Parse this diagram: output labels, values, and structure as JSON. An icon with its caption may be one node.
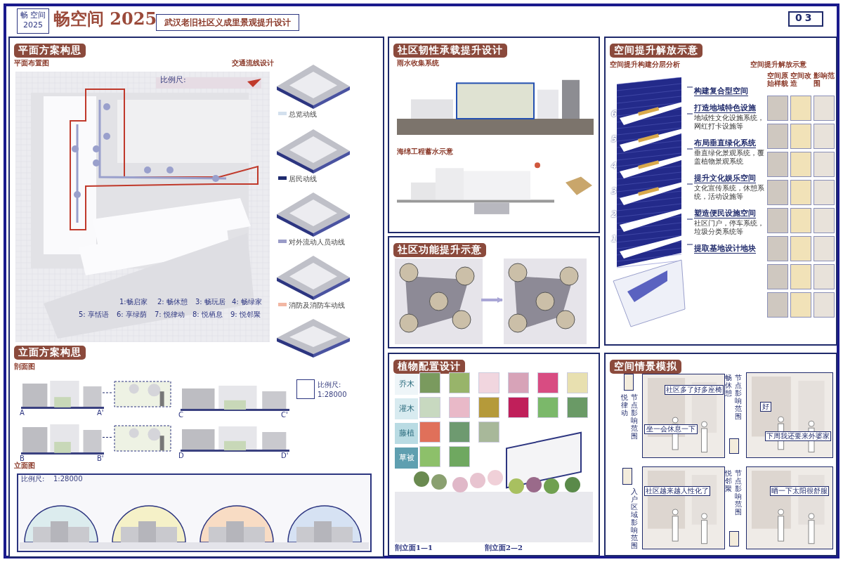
{
  "diagram": {
    "title": "畅空间 2025",
    "nodes": [
      {
        "text": [
          "畅 空间 2025"
        ]
      },
      {
        "text": [
          "武汉老旧社区义成里景观提升设计"
        ]
      },
      {
        "text": [
          "平面方案构思",
          "立面方案构思"
        ]
      },
      {
        "text": [
          "社区韧性承载提升设计"
        ]
      },
      {
        "text": [
          "社区功能提升示意"
        ]
      },
      {
        "text": [
          "植物配置设计"
        ]
      },
      {
        "text": [
          "空间提升解放示意"
        ]
      },
      {
        "text": [
          "空间情景模拟"
        ]
      },
      {
        "text": [],
        "shape": "picture",
        "in": 2
      },
      {
        "text": [],
        "shape": "picture",
        "in": 2
      },
      {
        "text": [],
        "shape": "picture",
        "in": 2
      },
      {
        "text": [],
        "shape": "picture",
        "in": 2
      },
      {
        "text": [],
        "shape": "picture",
        "in": 2
      },
      {
        "text": [],
        "shape": "picture",
        "in": 2
      },
      {
        "text": [],
        "shape": "picture",
        "in": 2
      },
      {
        "text": [],
        "shape": "picture",
        "in": 2
      },
      {
        "text": [],
        "shape": "picture",
        "in": 2
      },
      {
        "text": [],
        "shape": "picture",
        "in": 2
      },
      {
        "text": [],
        "shape": "picture",
        "in": 2
      },
      {
        "text": [],
        "shape": "picture",
        "in": 2
      },
      {
        "text": [],
        "shape": "picture",
        "in": 2
      },
      {
        "text": [],
        "shape": "picture",
        "in": 3
      },
      {
        "text": [],
        "shape": "picture",
        "in": 3
      },
      {
        "text": [],
        "shape": "picture",
        "in": 4
      },
      {
        "text": [],
        "shape": "picture",
        "in": 4
      },
      {
        "text": [
          "乔木"
        ],
        "in": 5
      },
      {
        "text": [
          "灌木"
        ],
        "in": 5
      },
      {
        "text": [
          "藤植"
        ],
        "in": 5
      },
      {
        "text": [
          "草被"
        ],
        "in": 5
      },
      {
        "text": [],
        "shape": "picture",
        "in": 6,
        "beside": [
          "6",
          "5",
          "4",
          "3",
          "2",
          "1"
        ]
      },
      {
        "text": [
          "构建复合型空间"
        ],
        "in": 6
      },
      {
        "text": [
          "打造地域特色设施",
          "地域性文化设施系统，网红打卡设施等"
        ],
        "in": 6
      },
      {
        "text": [
          "布局垂直绿化系统",
          "垂直绿化景观系统，覆盖植物景观系统"
        ],
        "in": 6
      },
      {
        "text": [
          "提升文化娱乐空间",
          "文化宣传系统，休憩系统，活动设施等"
        ],
        "in": 6
      },
      {
        "text": [
          "塑造便民设施空间",
          "社区门户，停车系统，垃圾分类系统等"
        ],
        "in": 6
      },
      {
        "text": [
          "提取基地设计地块"
        ],
        "in": 6
      },
      {
        "text": [],
        "shape": "picture",
        "in": 7,
        "beside": [
          "悦律动",
          "节点影响范围"
        ]
      },
      {
        "text": [],
        "shape": "picture",
        "in": 7,
        "beside": [
          "畅休憩",
          "节点影响范围"
        ]
      },
      {
        "text": [],
        "shape": "picture",
        "in": 7,
        "beside": [
          "入户区域影响范围"
        ]
      },
      {
        "text": [],
        "shape": "picture",
        "in": 7,
        "beside": [
          "悦邻聚",
          "节点影响范围"
        ]
      },
      {
        "text": [
          "坐一会休息一下"
        ],
        "in": 36
      },
      {
        "text": [
          "社区多了好多座椅"
        ],
        "in": 36
      },
      {
        "text": [
          "好"
        ],
        "in": 37
      },
      {
        "text": [
          "下周我还要来外婆家"
        ],
        "in": 37
      },
      {
        "text": [
          "社区越来越人性化了"
        ],
        "in": 38
      },
      {
        "text": [
          "晒一下太阳很舒服"
        ],
        "in": 39
      }
    ],
    "edges": [
      {
        "from": 14,
        "to": 15,
        "arrow": "none",
        "style": "dashed"
      },
      {
        "from": 17,
        "to": 18,
        "arrow": "none",
        "style": "dashed"
      },
      {
        "from": 23,
        "to": 24,
        "arrow": "to",
        "style": "thick",
        "color": "#a9a6d6"
      },
      {
        "from": 30,
        "to": 29,
        "arrow": "none"
      },
      {
        "from": 31,
        "to": 29,
        "arrow": "none"
      },
      {
        "from": 32,
        "to": 29,
        "arrow": "none"
      },
      {
        "from": 33,
        "to": 29,
        "arrow": "none"
      },
      {
        "from": 34,
        "to": 29,
        "arrow": "none"
      },
      {
        "from": 35,
        "to": 29,
        "arrow": "none"
      }
    ],
    "labels": [
      "03",
      "平面布置图",
      "交通流线设计",
      "比例尺:",
      "1:畅启家",
      "2: 畅休憩",
      "3: 畅玩居",
      "4: 畅绿家",
      "5: 享恬语",
      "6: 享绿荫",
      "7: 悦律动",
      "8: 悦栖息",
      "9: 悦邻聚",
      "剖面图",
      "A",
      "A'",
      "C",
      "C'",
      "B",
      "B'",
      "D",
      "D'",
      "比例尺:",
      "1:28000",
      "立面图",
      "比例尺:",
      "1:28000",
      "雨水收集系统",
      "海绵工程蓄水示意",
      "剖立面1—1",
      "剖立面2—2",
      "空间提升构建分层分析",
      "空间提升解放示意",
      "空间原始样貌",
      "空间改造",
      "影响范围"
    ],
    "legend": [
      {
        "text": "总览动线",
        "color": "#d3e0ee"
      },
      {
        "text": "居民动线",
        "color": "#1e2a6e"
      },
      {
        "text": "对外流动人员动线",
        "color": "#9a9cc8"
      },
      {
        "text": "消防及消防车动线",
        "color": "#f2b7a3"
      }
    ]
  }
}
